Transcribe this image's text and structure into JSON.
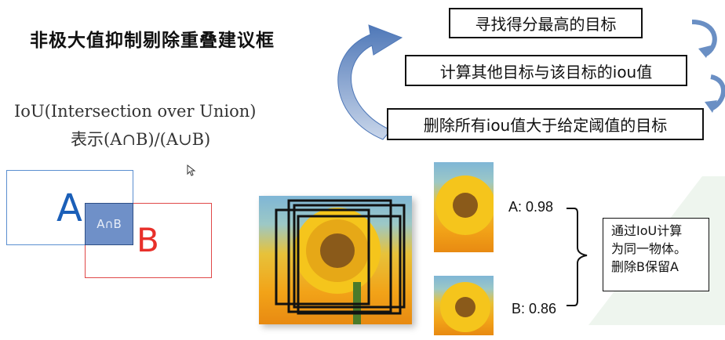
{
  "title": "非极大值抑制剔除重叠建议框",
  "iou": {
    "line1": "IoU(Intersection over Union)",
    "line2": "表示(A∩B)/(A∪B)"
  },
  "steps": [
    "寻找得分最高的目标",
    "计算其他目标与该目标的iou值",
    "删除所有iou值大于给定阈值的目标"
  ],
  "venn": {
    "a_label": "A",
    "b_label": "B",
    "intersection_label": "A∩B",
    "colors": {
      "a_border": "#5b8fd0",
      "b_border": "#e04848",
      "intersection_fill": "#6f90c8",
      "a_text": "#1b5fb8",
      "b_text": "#e8302a"
    }
  },
  "scores": {
    "a": "A: 0.98",
    "b": "B: 0.86"
  },
  "note": {
    "lines": [
      "通过IoU计算",
      "为同一物体。",
      "删除B保留A"
    ]
  },
  "icons": [
    "cursor-icon",
    "curved-arrow-icon",
    "brace-icon"
  ]
}
